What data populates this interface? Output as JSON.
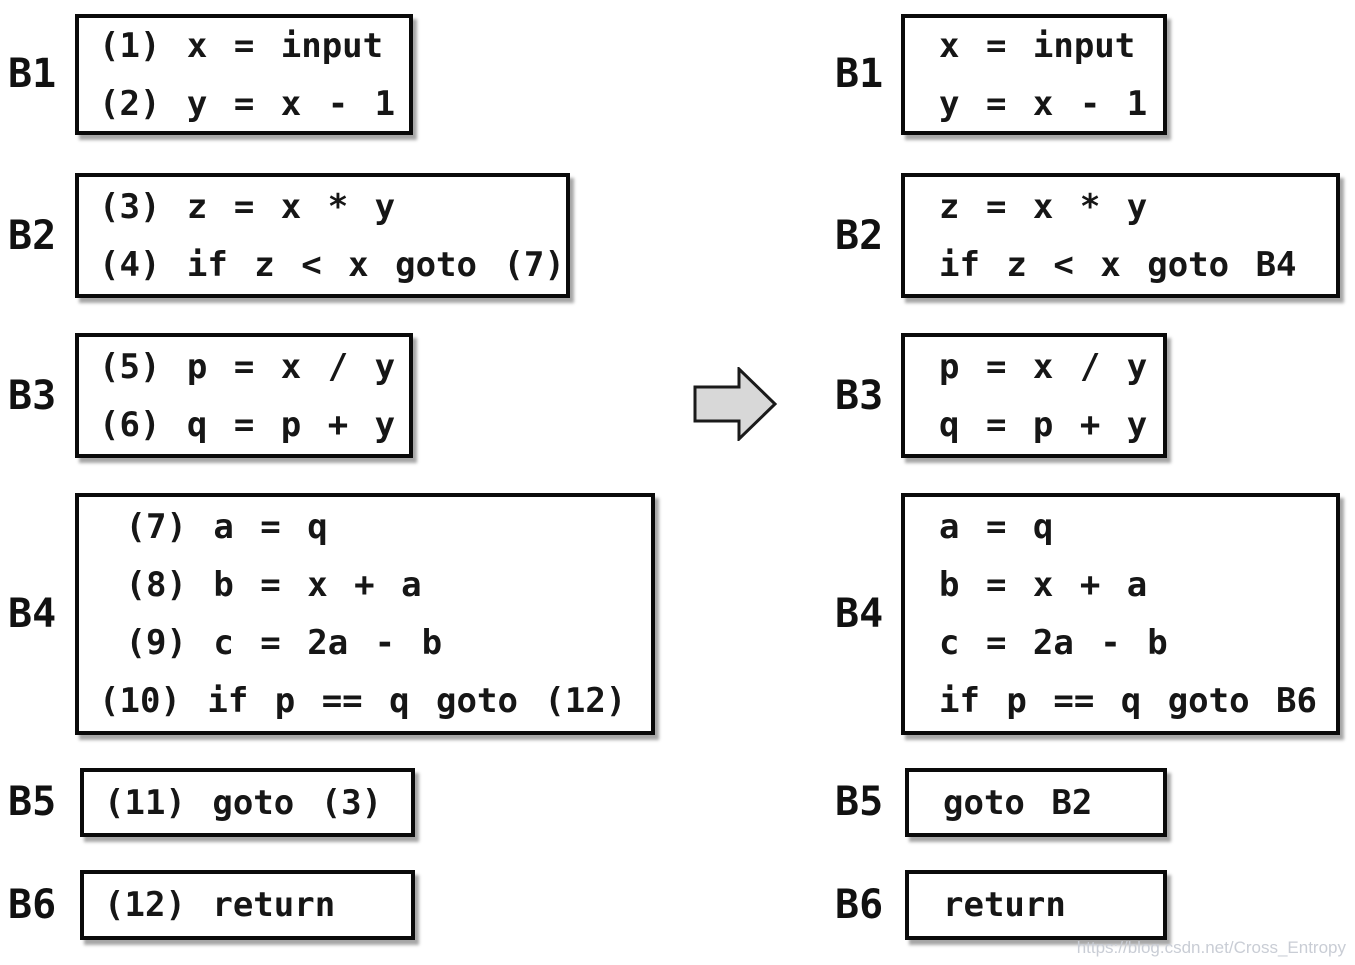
{
  "diagram": {
    "description_colors": {
      "background": "#ffffff",
      "text": "#161616",
      "border": "#0a0a0a",
      "arrow_fill": "#d8d8d8",
      "watermark": "#c9cdd5"
    },
    "left": {
      "blocks": [
        {
          "label": "B1",
          "lines": [
            "(1) x = input",
            "(2) y = x - 1"
          ]
        },
        {
          "label": "B2",
          "lines": [
            "(3) z = x * y",
            "(4) if z < x goto (7)"
          ]
        },
        {
          "label": "B3",
          "lines": [
            "(5) p = x / y",
            "(6) q = p + y"
          ]
        },
        {
          "label": "B4",
          "lines": [
            " (7) a = q",
            " (8) b = x + a",
            " (9) c = 2a - b",
            "(10) if p == q goto (12)"
          ]
        },
        {
          "label": "B5",
          "lines": [
            "(11) goto (3)"
          ]
        },
        {
          "label": "B6",
          "lines": [
            "(12) return"
          ]
        }
      ]
    },
    "right": {
      "blocks": [
        {
          "label": "B1",
          "lines": [
            "x = input",
            "y = x - 1"
          ]
        },
        {
          "label": "B2",
          "lines": [
            "z = x * y",
            "if z < x goto B4"
          ]
        },
        {
          "label": "B3",
          "lines": [
            "p = x / y",
            "q = p + y"
          ]
        },
        {
          "label": "B4",
          "lines": [
            "a = q",
            "b = x + a",
            "c = 2a - b",
            "if p == q goto B6"
          ]
        },
        {
          "label": "B5",
          "lines": [
            "goto B2"
          ]
        },
        {
          "label": "B6",
          "lines": [
            "return"
          ]
        }
      ]
    },
    "arrow_icon": "right-block-arrow",
    "watermark": "https://blog.csdn.net/Cross_Entropy"
  }
}
